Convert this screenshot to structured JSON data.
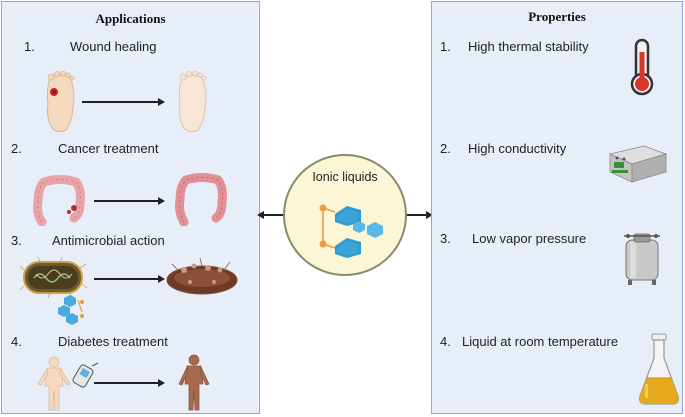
{
  "applications": {
    "title": "Applications",
    "items": [
      {
        "num": "1.",
        "label": "Wound healing",
        "icon": "foot-icon"
      },
      {
        "num": "2.",
        "label": "Cancer  treatment",
        "icon": "colon-icon"
      },
      {
        "num": "3.",
        "label": "Antimicrobial  action",
        "icon": "bacteria-icon"
      },
      {
        "num": "4.",
        "label": "Diabetes treatment",
        "icon": "human-body-icon"
      }
    ]
  },
  "center": {
    "label": "Ionic liquids",
    "icon": "ionic-liquid-molecule-icon"
  },
  "properties": {
    "title": "Properties",
    "items": [
      {
        "num": "1.",
        "label": "High thermal stability",
        "icon": "thermometer-icon"
      },
      {
        "num": "2.",
        "label": "High conductivity",
        "icon": "conductivity-meter-icon"
      },
      {
        "num": "3.",
        "label": "Low vapor pressure",
        "icon": "pressure-vessel-icon"
      },
      {
        "num": "4.",
        "label": "Liquid at room temperature",
        "icon": "flask-icon"
      }
    ]
  },
  "colors": {
    "panel_bg": "#e8eef8",
    "panel_border": "#8fa8d2",
    "center_bg": "#fbf6d6",
    "molecule_blue": "#4aa9dd",
    "molecule_node": "#f09a3a",
    "skin": "#f5d9bf",
    "wound": "#c62828",
    "colon": "#e8a4a8",
    "thermo_red": "#d9362b",
    "flask_liquid": "#e7a91c"
  }
}
